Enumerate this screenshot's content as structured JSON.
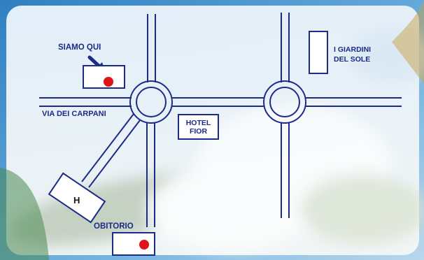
{
  "colors": {
    "road": "#1b2b86",
    "text": "#1b2b86",
    "marker": "#e0131b",
    "panel": "#eef4fa",
    "sky_top": "#3a88c6",
    "sky_bottom": "#8cc2e6"
  },
  "labels": {
    "siamo_qui": "SIAMO QUI",
    "via_dei_carpani": "VIA DEI CARPANI",
    "hotel_fior_line1": "HOTEL",
    "hotel_fior_line2": "FIOR",
    "giardini_line1": "I GIARDINI",
    "giardini_line2": "DEL SOLE",
    "hospital": "H",
    "obitorio": "OBITORIO"
  },
  "icons": {
    "location_marker": "red-dot-marker",
    "pointer": "arrow-down-right-icon"
  }
}
